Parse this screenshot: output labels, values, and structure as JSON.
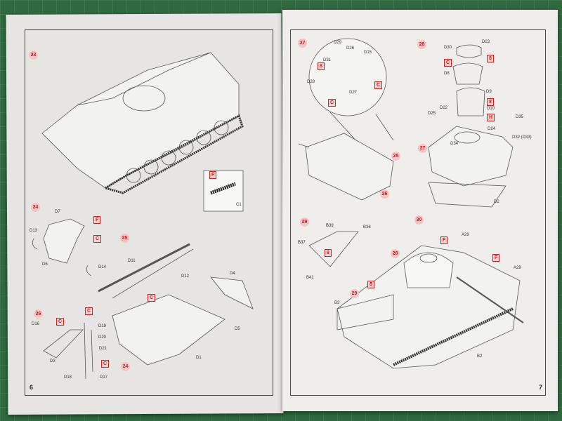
{
  "left_page": {
    "page_number": "6",
    "steps": [
      "23",
      "24",
      "25",
      "26"
    ],
    "step23": {
      "box": "F",
      "label": "C1"
    },
    "step24": [
      "D7",
      "F",
      "D13",
      "C",
      "D6",
      "D14"
    ],
    "step25": [
      "D11",
      "D12",
      "D4",
      "C",
      "D5",
      "D1",
      "24"
    ],
    "step26": [
      "D16",
      "C",
      "C",
      "D19",
      "D20",
      "D3",
      "D21",
      "C",
      "D18",
      "D17"
    ]
  },
  "right_page": {
    "page_number": "7",
    "steps": [
      "27",
      "28",
      "29",
      "30"
    ],
    "step27": [
      "D29",
      "D26",
      "D15",
      "8",
      "D31",
      "D28",
      "C",
      "D27",
      "C",
      "25",
      "26"
    ],
    "step28": [
      "D23",
      "D30",
      "C",
      "8",
      "D8",
      "D9",
      "8",
      "D22",
      "D10",
      "D25",
      "H",
      "D35",
      "D24",
      "D32 (D33)",
      "D34",
      "27",
      "D2"
    ],
    "step29": [
      "B39",
      "B36",
      "B37",
      "8",
      "B41"
    ],
    "step30": [
      "A29",
      "F",
      "28",
      "F",
      "A29",
      "8",
      "29",
      "B3",
      "B2"
    ]
  },
  "colors": {
    "accent": "#d02020",
    "mat": "#2f6a3e",
    "paper": "#ecebe9"
  }
}
